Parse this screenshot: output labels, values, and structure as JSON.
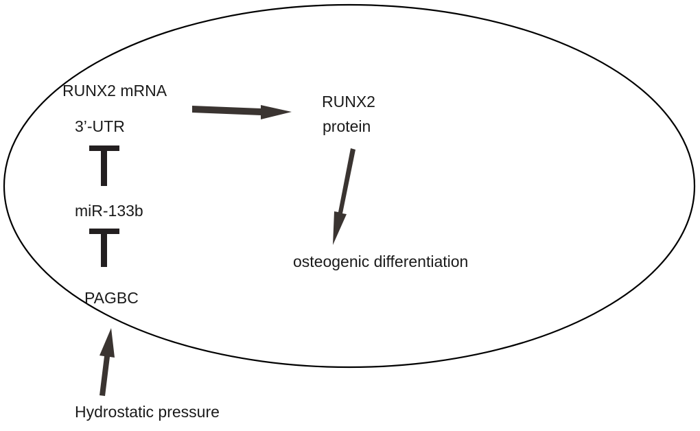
{
  "diagram": {
    "labels": {
      "runx2_mrna": "RUNX2 mRNA",
      "utr": "3’-UTR",
      "mir": "miR-133b",
      "pagbc": "PAGBC",
      "runx2_protein_line1": "RUNX2",
      "runx2_protein_line2": "protein",
      "osteogenic": "osteogenic differentiation",
      "hydrostatic": "Hydrostatic pressure"
    },
    "colors": {
      "outline": "#000000",
      "arrow": "#3a3431",
      "inhibitor": "#231f20",
      "text": "#1a1a1a"
    }
  }
}
